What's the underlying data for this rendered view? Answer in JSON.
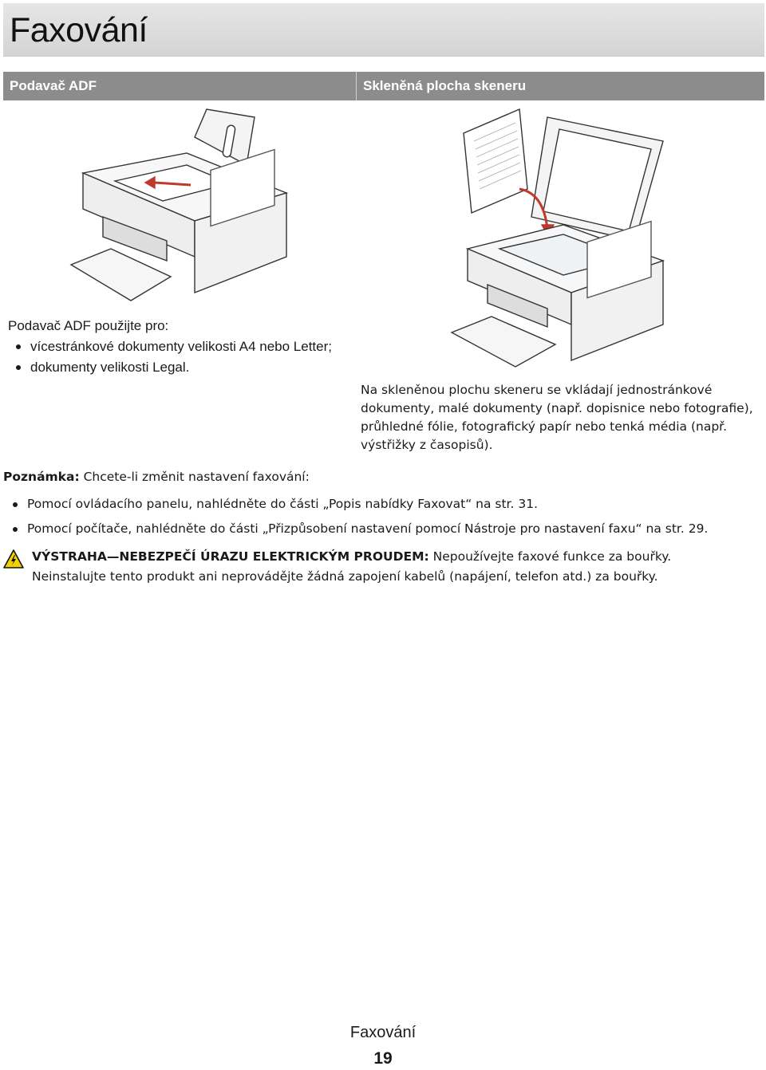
{
  "page_title": "Faxování",
  "columns": {
    "left_header": "Podavač ADF",
    "right_header": "Skleněná plocha skeneru"
  },
  "adf": {
    "intro": "Podavač ADF použijte pro:",
    "items": [
      "vícestránkové dokumenty velikosti A4 nebo Letter;",
      "dokumenty velikosti Legal."
    ]
  },
  "glass": {
    "text_lines": [
      "Na skleněnou plochu skeneru se vkládají jednostránkové",
      "dokumenty, malé dokumenty (např. dopisnice nebo fotografie),",
      "průhledné fólie, fotografický papír nebo tenká média (např.",
      "výstřižky z časopisů)."
    ]
  },
  "note": {
    "label": "Poznámka:",
    "text": " Chcete-li změnit nastavení faxování:",
    "items": [
      "Pomocí ovládacího panelu, nahlédněte do části „Popis nabídky Faxovat“ na str. 31.",
      "Pomocí počítače, nahlédněte do části „Přizpůsobení nastavení pomocí Nástroje pro nastavení faxu“ na str. 29."
    ]
  },
  "warning": {
    "icon": "electric-hazard-icon",
    "strong": "VÝSTRAHA—NEBEZPEČÍ ÚRAZU ELEKTRICKÝM PROUDEM:",
    "line1_rest": " Nepoužívejte faxové funkce za bouřky.",
    "line2": "Neinstalujte tento produkt ani neprovádějte žádná zapojení kabelů (napájení, telefon atd.) za bouřky."
  },
  "footer": {
    "title": "Faxování",
    "page_number": "19"
  },
  "colors": {
    "header_bg": "#8c8c8c",
    "title_bar_bg": "#dcdcdc",
    "arrow_red": "#c0392b",
    "warning_yellow": "#f2d200"
  }
}
